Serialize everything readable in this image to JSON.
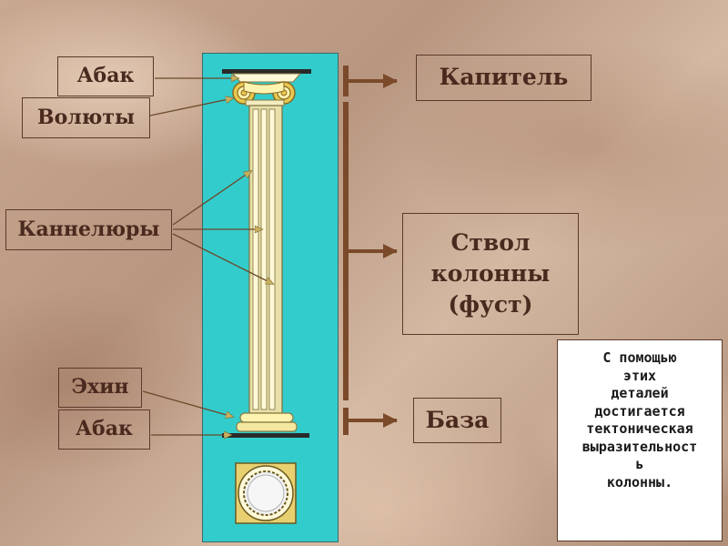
{
  "labels": {
    "abak_top": "Абак",
    "volyuty": "Волюты",
    "kannelyury": "Каннелюры",
    "ekhin": "Эхин",
    "abak_bottom": "Абак",
    "kapitel": "Капитель",
    "stvol": [
      "Ствол",
      "колонны",
      "(фуст)"
    ],
    "baza": "База"
  },
  "note": {
    "lines": [
      "С помощью",
      "этих",
      "деталей",
      "достигается",
      "тектоническая",
      "выразительност",
      "ь",
      "колонны."
    ]
  },
  "colors": {
    "panel": "#33cccc",
    "label_bg": "#ffffff",
    "arrow": "#7a4a2a",
    "column_shade": "#e8e0a8",
    "column_light": "#fff9d8",
    "capital_gold": "#e8c850"
  }
}
